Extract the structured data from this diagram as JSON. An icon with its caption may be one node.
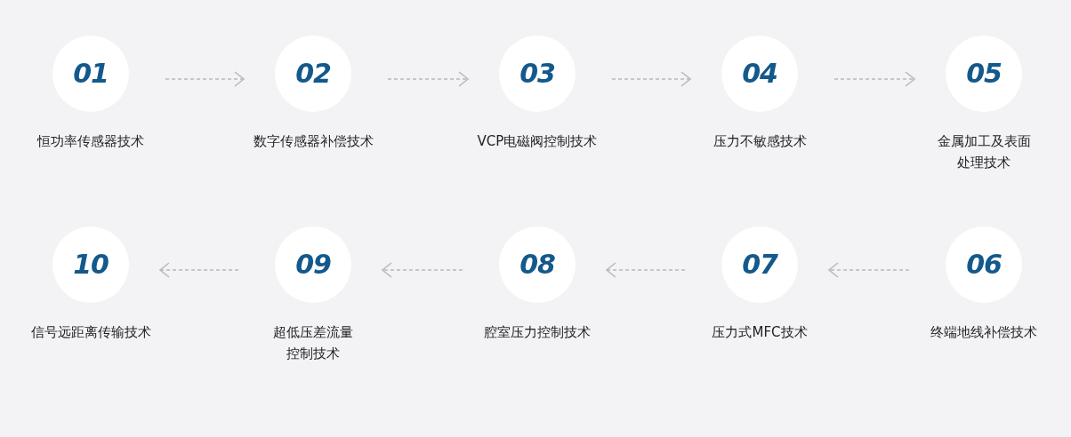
{
  "diagram": {
    "nodes": [
      {
        "text": [
          "01"
        ],
        "beside": [
          "恒功率传感器技术"
        ]
      },
      {
        "text": [
          "02"
        ],
        "beside": [
          "数字传感器补偿技术"
        ]
      },
      {
        "text": [
          "03"
        ],
        "beside": [
          "VCP电磁阀控制技术"
        ]
      },
      {
        "text": [
          "04"
        ],
        "beside": [
          "压力不敏感技术"
        ]
      },
      {
        "text": [
          "05"
        ],
        "beside": [
          "金属加工及表面处理技术"
        ]
      },
      {
        "text": [
          "06"
        ],
        "beside": [
          "终端地线补偿技术"
        ]
      },
      {
        "text": [
          "07"
        ],
        "beside": [
          "压力式MFC技术"
        ]
      },
      {
        "text": [
          "08"
        ],
        "beside": [
          "腔室压力控制技术"
        ]
      },
      {
        "text": [
          "09"
        ],
        "beside": [
          "超低压差流量控制技术"
        ]
      },
      {
        "text": [
          "10"
        ],
        "beside": [
          "信号远距离传输技术"
        ]
      }
    ],
    "edges": [
      {
        "from": 0,
        "to": 1,
        "arrow": "to",
        "style": "dashed"
      },
      {
        "from": 1,
        "to": 2,
        "arrow": "to",
        "style": "dashed"
      },
      {
        "from": 2,
        "to": 3,
        "arrow": "to",
        "style": "dashed"
      },
      {
        "from": 3,
        "to": 4,
        "arrow": "to",
        "style": "dashed"
      },
      {
        "from": 5,
        "to": 6,
        "arrow": "to",
        "style": "dashed"
      },
      {
        "from": 6,
        "to": 7,
        "arrow": "to",
        "style": "dashed"
      },
      {
        "from": 7,
        "to": 8,
        "arrow": "to",
        "style": "dashed"
      },
      {
        "from": 8,
        "to": 9,
        "arrow": "to",
        "style": "dashed"
      }
    ]
  }
}
